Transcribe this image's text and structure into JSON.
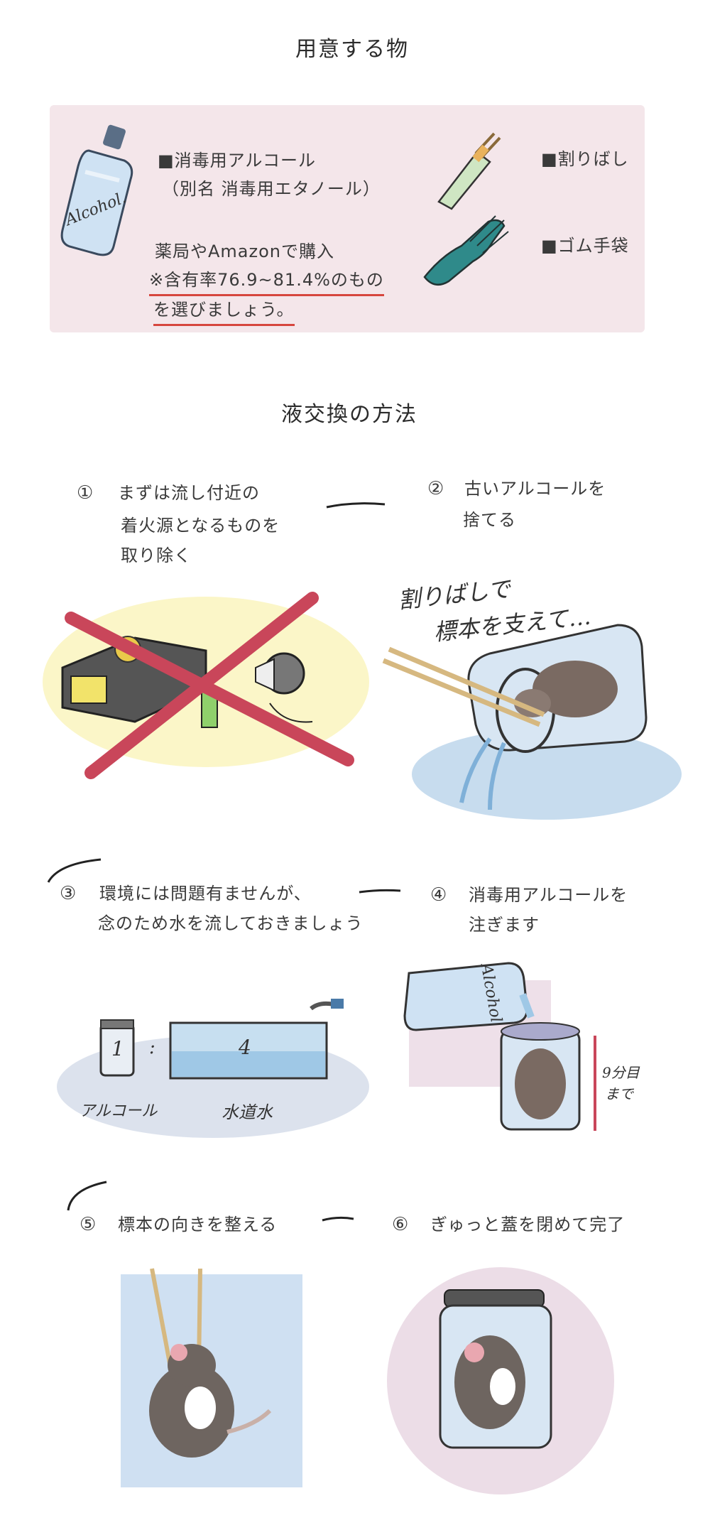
{
  "section1": {
    "title": "用意する物",
    "alcohol": {
      "name_line1": "■消毒用アルコール",
      "name_line2": "（別名 消毒用エタノール）",
      "buy": "薬局やAmazonで購入",
      "note_line1": "※含有率76.9~81.4%のもの",
      "note_line2": "を選びましょう。",
      "bottle_label": "Alcohol."
    },
    "chopsticks": "■割りばし",
    "gloves": "■ゴム手袋"
  },
  "section2": {
    "title": "液交換の方法",
    "steps": [
      {
        "num": "①",
        "lines": [
          "まずは流し付近の",
          "着火源となるものを",
          "取り除く"
        ]
      },
      {
        "num": "②",
        "lines": [
          "古いアルコールを",
          "捨てる"
        ],
        "caption_line1": "割りばしで",
        "caption_line2": "標本を支えて…"
      },
      {
        "num": "③",
        "lines": [
          "環境には問題有ませんが、",
          "念のため水を流しておきましょう"
        ],
        "jar_num": "1",
        "jar_label": "アルコール",
        "tank_num": "4",
        "tank_label": "水道水",
        "ratio_sep": ":"
      },
      {
        "num": "④",
        "lines": [
          "消毒用アルコールを",
          "注ぎます"
        ],
        "bottle_label": "Alcohol",
        "level_line1": "9分目",
        "level_line2": "まで"
      },
      {
        "num": "⑤",
        "lines": [
          "標本の向きを整える"
        ]
      },
      {
        "num": "⑥",
        "lines": [
          "ぎゅっと蓋を閉めて完了"
        ]
      }
    ]
  },
  "colors": {
    "pink_bg": "#f4e6ea",
    "red_underline": "#d6463e",
    "red_cross": "#c9465a",
    "water_blue": "#b9d3ea",
    "yellow_glow": "#fbf6c8"
  }
}
